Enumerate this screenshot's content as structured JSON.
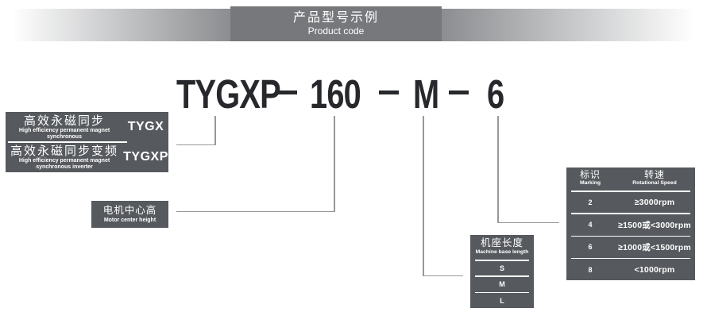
{
  "header": {
    "title_cn": "产品型号示例",
    "title_en": "Product code"
  },
  "product_code": {
    "series": "TYGXP",
    "frame_size": "160",
    "base_length": "M",
    "speed_marking": "6",
    "separator": "—"
  },
  "series_box": {
    "rows": [
      {
        "cn": "高效永磁同步",
        "en": "High efficiency permanent magnet synchronous",
        "code": "TYGX"
      },
      {
        "cn": "高效永磁同步变频",
        "en": "High efficiency permanent magnet synchronous inverter",
        "code": "TYGXP"
      }
    ]
  },
  "center_height_box": {
    "cn": "电机中心高",
    "en": "Motor center height"
  },
  "base_length_box": {
    "cn": "机座长度",
    "en": "Machine base length",
    "options": [
      "S",
      "M",
      "L"
    ]
  },
  "speed_table": {
    "header": {
      "marking_cn": "标识",
      "marking_en": "Marking",
      "speed_cn": "转速",
      "speed_en": "Rotational Speed"
    },
    "rows": [
      {
        "marking": "2",
        "speed": "≥3000rpm"
      },
      {
        "marking": "4",
        "speed": "≥1500或<3000rpm"
      },
      {
        "marking": "6",
        "speed": "≥1000或<1500rpm"
      },
      {
        "marking": "8",
        "speed": "<1000rpm"
      }
    ]
  },
  "colors": {
    "box_bg": "#56595e",
    "header_box_bg": "#76787b",
    "connector_line": "#97989a",
    "code_text": "#26282b"
  }
}
